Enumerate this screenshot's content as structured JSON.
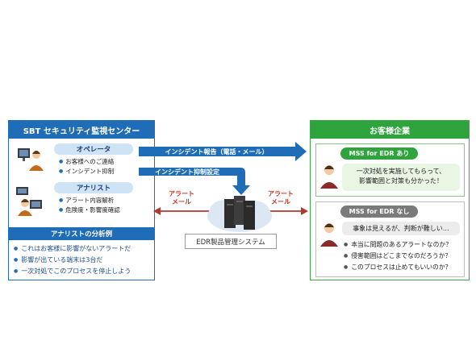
{
  "left_panel": {
    "title": "SBT セキュリティ監視センター",
    "operator": {
      "role": "オペレータ",
      "tasks": [
        "お客様へのご連絡",
        "インシデント抑制"
      ]
    },
    "analyst": {
      "role": "アナリスト",
      "tasks": [
        "アラート内容解析",
        "危険度・影響度確認"
      ]
    },
    "examples_title": "アナリストの分析例",
    "examples": [
      "これはお客様に影響がないアラートだ",
      "影響が出ている端末は3台だ",
      "一次対処でこのプロセスを停止しよう"
    ]
  },
  "flows": {
    "incident_report": "インシデント報告（電話・メール）",
    "incident_suppression": "インシデント抑制設定",
    "alert_mail_left": [
      "アラート",
      "メール"
    ],
    "alert_mail_right": [
      "アラート",
      "メール"
    ]
  },
  "center": {
    "system_label": "EDR製品管理システム"
  },
  "right_panel": {
    "title": "お客様企業",
    "with_edr": {
      "tag": "MSS for EDR あり",
      "speech": [
        "一次対処を実施してもらって、",
        "影響範囲と対策も分かった！"
      ]
    },
    "without_edr": {
      "tag": "MSS for EDR なし",
      "speech": "事象は見えるが、判断が難しい…",
      "questions": [
        "本当に問題のあるアラートなのか？",
        "侵害範囲はどこまでなのだろうか？",
        "このプロセスは止めてもいいのか？"
      ]
    }
  },
  "colors": {
    "blue": "#1f6db6",
    "green": "#2fa43c",
    "alert_red": "#c0392b"
  }
}
